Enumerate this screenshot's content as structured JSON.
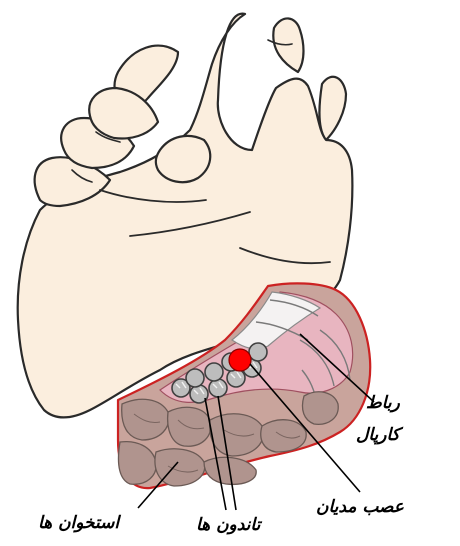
{
  "labels": {
    "ligament_line1": "رباط",
    "ligament_line2": "کارپال",
    "median_nerve": "عصب مدیان",
    "tendons": "تاندون ها",
    "bones": "استخوان ها"
  },
  "colors": {
    "skin": "#fbeede",
    "outline": "#2a2a2a",
    "section_border": "#cc2222",
    "bone_fill": "#b0948e",
    "ligament_pink": "#e8b5c0",
    "tendon_fill": "#bdbdbd",
    "nerve": "#ff0000"
  }
}
